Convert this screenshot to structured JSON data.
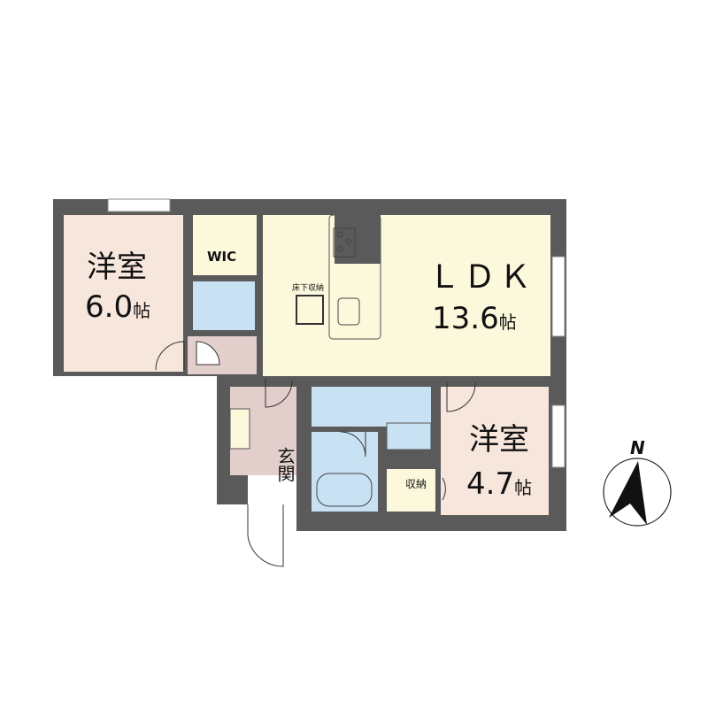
{
  "title": "Apartment floor plan 2LDK",
  "colors": {
    "wall": "#5a5a5a",
    "western_room": "#f7e6dc",
    "ldk": "#fbf8dc",
    "wet": "#c8e2f4",
    "entrance": "#e2cfcc",
    "storage": "#fbf8dc"
  },
  "rooms": {
    "western_room_1": {
      "name": "洋室",
      "size": "6.0",
      "unit": "帖"
    },
    "ldk": {
      "name": "ＬＤＫ",
      "size": "13.6",
      "unit": "帖"
    },
    "western_room_2": {
      "name": "洋室",
      "size": "4.7",
      "unit": "帖"
    },
    "wic": {
      "name": "WIC"
    },
    "entrance": {
      "name": "玄関"
    },
    "storage": {
      "name": "収納"
    },
    "underfloor_storage": {
      "name": "床下収納"
    }
  },
  "compass": {
    "label": "N"
  }
}
